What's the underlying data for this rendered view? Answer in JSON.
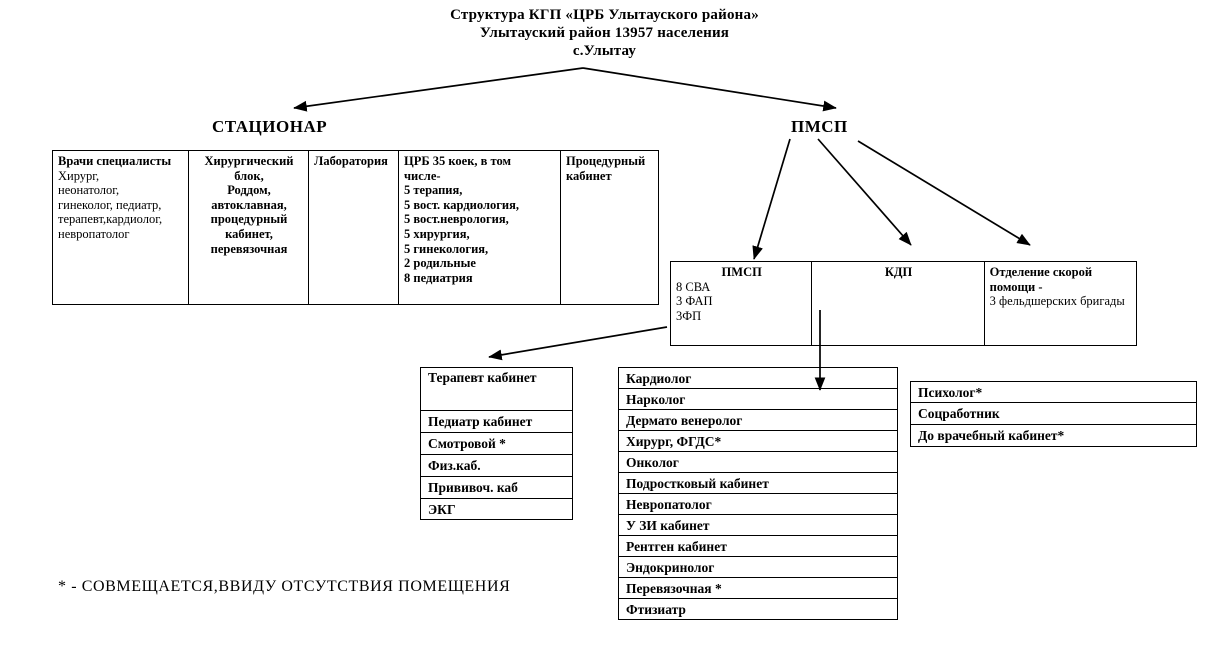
{
  "title": {
    "line1": "Структура КГП «ЦРБ Улытауского района»",
    "line2": "Улытауский район 13957 населения",
    "line3": "с.Улытау"
  },
  "branches": {
    "left_label": "СТАЦИОНАР",
    "right_label": "ПМСП"
  },
  "stationar_table": {
    "cells": [
      {
        "heading": "Врачи специалисты",
        "body": "Хирург, неонатолог, гинеколог, педиатр, терапевт,кардиолог, невропатолог"
      },
      {
        "heading": "Хирургический блок, Роддом, автоклавная, процедурный кабинет, перевязочная",
        "body": ""
      },
      {
        "heading": "Лаборатория",
        "body": ""
      },
      {
        "heading": "ЦРБ 35 коек, в том числе-\n5 терапия,\n5 вост. кардиология,\n5 вост.неврология,\n5 хирургия,\n5 гинекология,\n2 родильные\n8 педиатрия",
        "body": ""
      },
      {
        "heading": "Процедурный кабинет",
        "body": ""
      }
    ],
    "c0_head": "Врачи специалисты",
    "c0_body_lines": [
      "Хирург,",
      "неонатолог,",
      "гинеколог, педиатр,",
      "терапевт,кардиолог,",
      "невропатолог"
    ],
    "c1_lines": [
      "Хирургический",
      "блок,",
      "Роддом,",
      "автоклавная,",
      "процедурный",
      "кабинет,",
      "перевязочная"
    ],
    "c2_text": "Лаборатория",
    "c3_lines": [
      "ЦРБ 35 коек, в том",
      "числе-",
      "5 терапия,",
      "5 вост. кардиология,",
      "5 вост.неврология,",
      "5 хирургия,",
      "5 гинекология,",
      "2 родильные",
      "8 педиатрия"
    ],
    "c4_text": "Процедурный кабинет"
  },
  "pmsp_row": {
    "pmsp_heading": "ПМСП",
    "pmsp_lines": [
      "8 СВА",
      "3 ФАП",
      "3ФП"
    ],
    "kdp_heading": "КДП",
    "ems_heading": "Отделение скорой помощи -",
    "ems_body": "3 фельдшерских бригады"
  },
  "list_left": {
    "items": [
      "Терапевт кабинет",
      "Педиатр кабинет",
      "Смотровой *",
      "Физ.каб.",
      "Прививоч. каб",
      "ЭКГ"
    ]
  },
  "list_center": {
    "items": [
      "Кардиолог",
      "Нарколог",
      "Дермато венеролог",
      "Хирург, ФГДС*",
      "Онколог",
      "Подростковый кабинет",
      "Невропатолог",
      "У ЗИ кабинет",
      "Рентген кабинет",
      "Эндокринолог",
      "Перевязочная *",
      "Фтизиатр"
    ]
  },
  "list_right": {
    "items": [
      "Психолог*",
      "Соцработник",
      "До врачебный кабинет*"
    ]
  },
  "footnote": {
    "text": "* - СОВМЕЩАЕТСЯ,ВВИДУ ОТСУТСТВИЯ ПОМЕЩЕНИЯ"
  },
  "colors": {
    "line": "#000000",
    "background": "#ffffff",
    "text": "#000000"
  }
}
